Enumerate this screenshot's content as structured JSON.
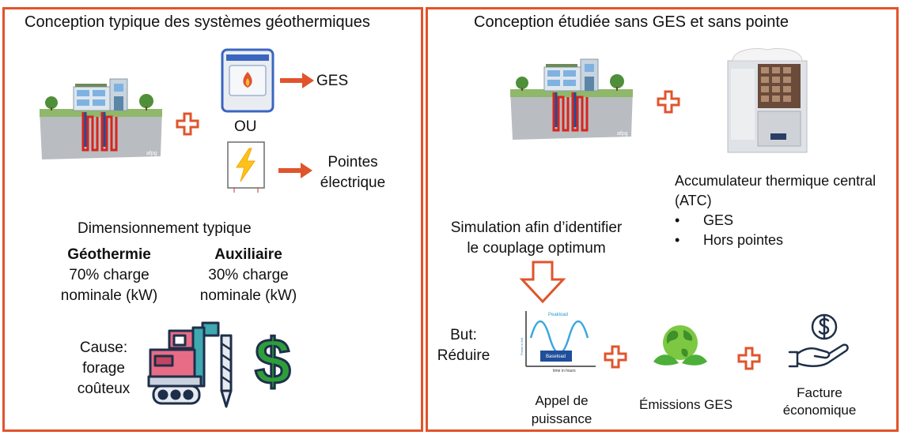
{
  "left": {
    "title": "Conception typique des systèmes géothermiques",
    "ges": "GES",
    "ou": "OU",
    "pointes_line1": "Pointes",
    "pointes_line2": "électrique",
    "dim_title": "Dimensionnement typique",
    "geo_title": "Géothermie",
    "geo_line1": "70%  charge",
    "geo_line2": "nominale (kW)",
    "aux_title": "Auxiliaire",
    "aux_line1": "30%  charge",
    "aux_line2": "nominale (kW)",
    "cause_line1": "Cause:",
    "cause_line2": "forage",
    "cause_line3": "coûteux",
    "dollar": "$"
  },
  "right": {
    "title": "Conception étudiée sans GES et sans pointe",
    "atc_line1": "Accumulateur thermique central",
    "atc_line2": "(ATC)",
    "atc_bullets": [
      "GES",
      "Hors pointes"
    ],
    "sim_line1": "Simulation afin d’identifier",
    "sim_line2": "le couplage optimum",
    "but_line1": "But:",
    "but_line2": "Réduire",
    "chart_peak": "Peakload",
    "chart_base": "Baseload",
    "chart_xlabel": "time in hours",
    "chart_ylabel": "Power in kW",
    "appel_line1": "Appel de",
    "appel_line2": "puissance",
    "emissions": "Émissions GES",
    "facture_line1": "Facture",
    "facture_line2": "économique"
  },
  "colors": {
    "accent": "#e0542c",
    "pipe_red": "#d9241c",
    "pipe_blue": "#1f4e9c",
    "green": "#2e9e3a"
  }
}
